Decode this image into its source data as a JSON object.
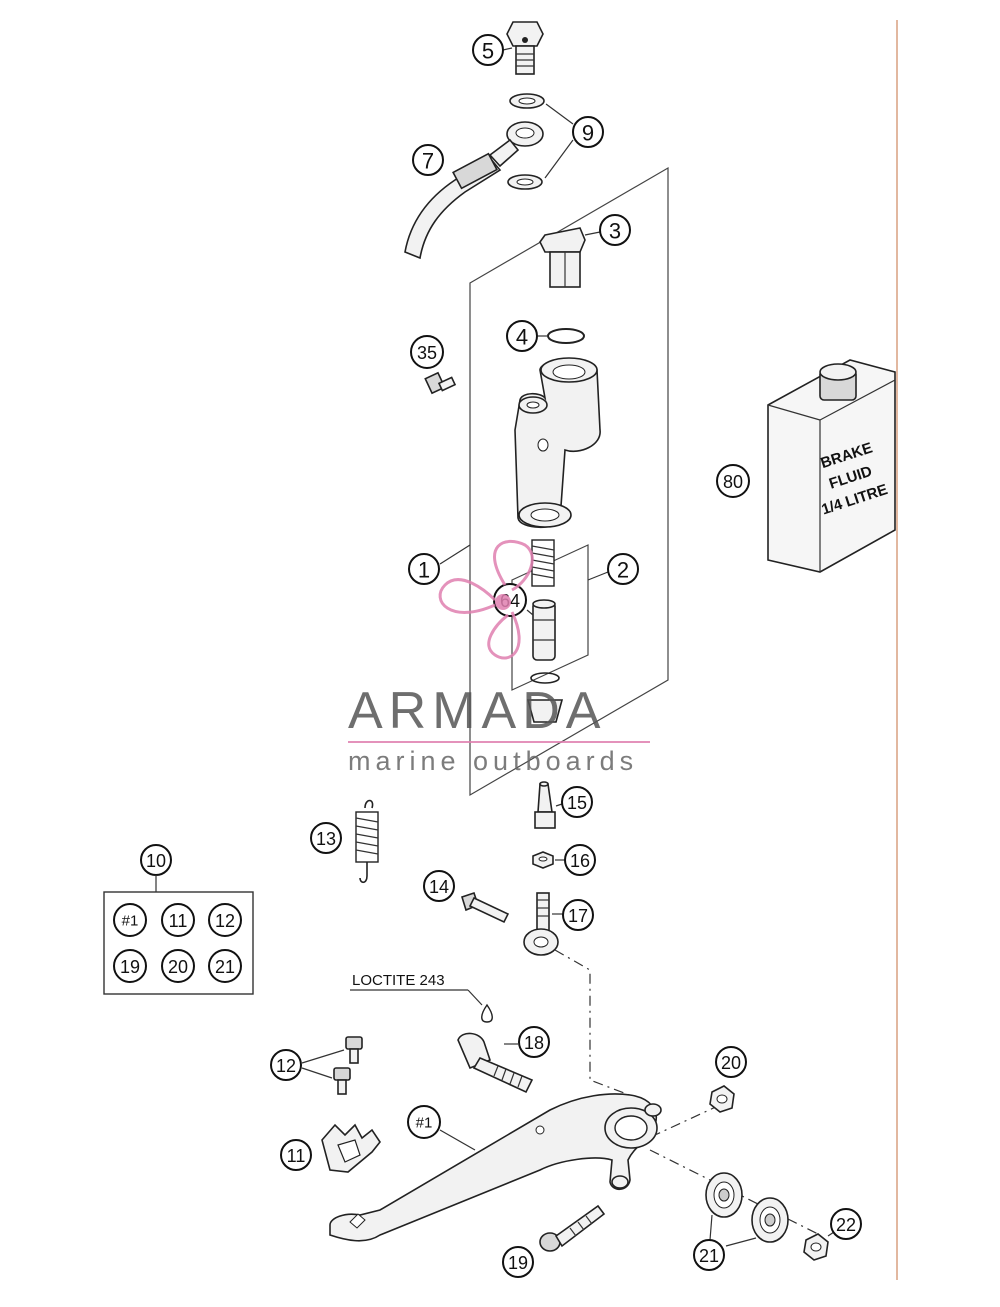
{
  "callouts": {
    "c5": "5",
    "c9": "9",
    "c7": "7",
    "c3": "3",
    "c4": "4",
    "c35": "35",
    "c80": "80",
    "c1": "1",
    "c2": "2",
    "c64": "64",
    "c15": "15",
    "c16": "16",
    "c13": "13",
    "c14": "14",
    "c17": "17",
    "c10": "10",
    "c18": "18",
    "c12": "12",
    "c20": "20",
    "c11": "11",
    "c1b": "#1",
    "c19": "19",
    "c21": "21",
    "c22": "22"
  },
  "kit_box": [
    "#1",
    "11",
    "12",
    "19",
    "20",
    "21"
  ],
  "fluid_can": {
    "line1": "BRAKE",
    "line2": "FLUID",
    "line3": "1/4 LITRE"
  },
  "loctite_note": "LOCTITE 243",
  "watermark": {
    "brand": "ARMADA",
    "tagline": "marine outboards",
    "logo": "armada-propeller-logo",
    "accent_color": "#e07fb0"
  },
  "colors": {
    "line": "#222222",
    "background": "#ffffff",
    "edge_line": "#d9a080"
  }
}
